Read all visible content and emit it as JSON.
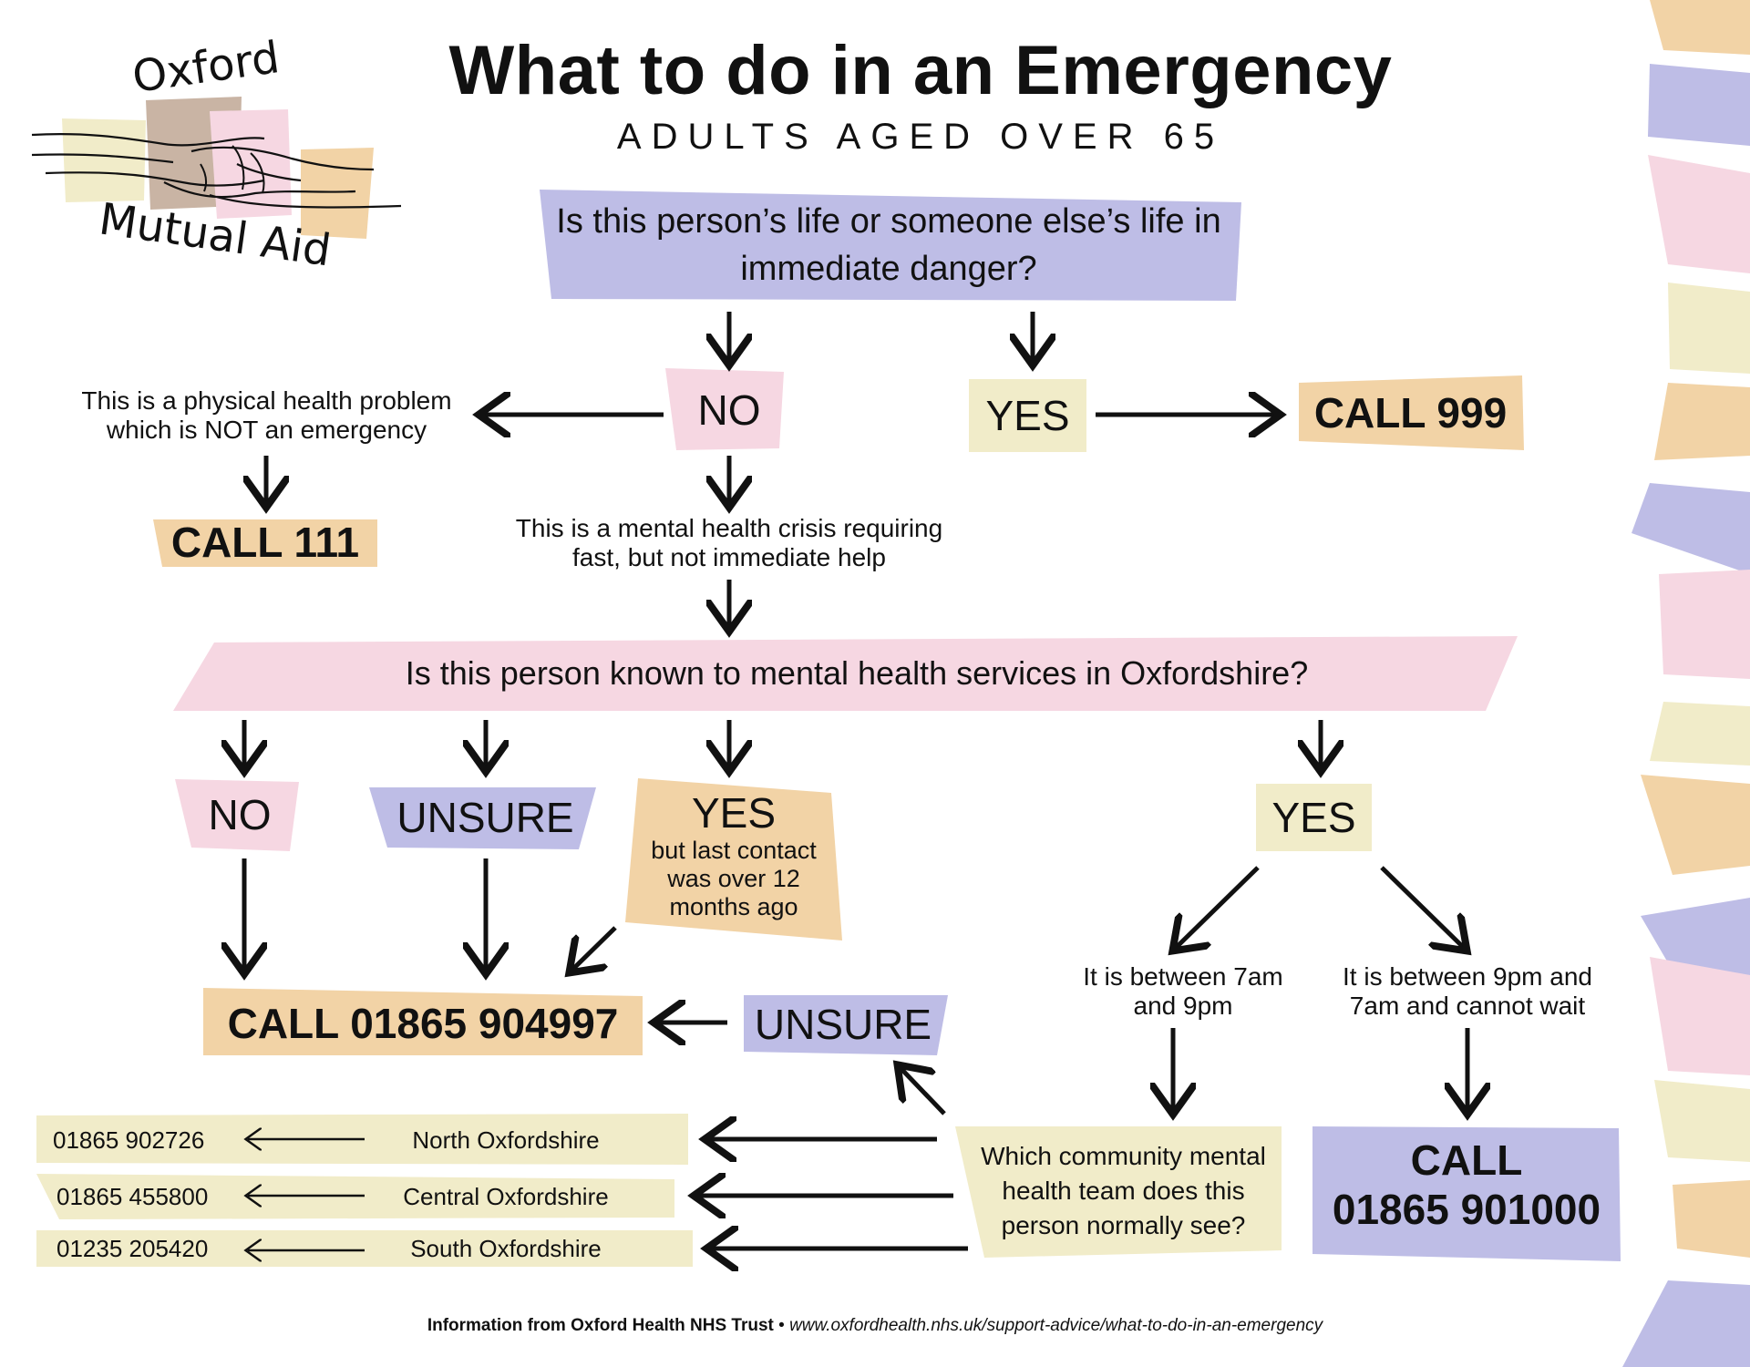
{
  "colors": {
    "lavender": "#bebde6",
    "pink": "#f6d7e2",
    "cream": "#f1ecc9",
    "peach": "#f2d3a6",
    "tan": "#c9b4a4",
    "arrow": "#111111"
  },
  "logo": {
    "line1": "Oxford",
    "line2": "Mutual Aid"
  },
  "header": {
    "title": "What to do in an Emergency",
    "subtitle": "ADULTS AGED OVER 65"
  },
  "flow": {
    "q1": "Is this person’s life or someone else’s life in immediate danger?",
    "no1": "NO",
    "yes1": "YES",
    "call999": "CALL 999",
    "physical": "This is a physical health problem which is NOT an emergency",
    "call111": "CALL 111",
    "crisis": "This is a mental health crisis requiring fast, but not immediate help",
    "q2": "Is this person known to mental health services in Oxfordshire?",
    "no2": "NO",
    "unsure2": "UNSURE",
    "yes_old": "YES",
    "yes_old_sub": "but last contact was over 12 months ago",
    "yes2": "YES",
    "call_main": "CALL 01865 904997",
    "unsure3": "UNSURE",
    "day": "It is between 7am and 9pm",
    "night": "It is between 9pm and 7am and cannot wait",
    "which_team": "Which community mental health team does this person normally see?",
    "call_night_1": "CALL",
    "call_night_2": "01865 901000"
  },
  "teams": [
    {
      "phone": "01865 902726",
      "area": "North Oxfordshire"
    },
    {
      "phone": "01865 455800",
      "area": "Central Oxfordshire"
    },
    {
      "phone": "01235 205420",
      "area": "South Oxfordshire"
    }
  ],
  "footer": {
    "source": "Information from Oxford Health NHS Trust",
    "separator": " • ",
    "url": "www.oxfordhealth.nhs.uk/support-advice/what-to-do-in-an-emergency"
  }
}
